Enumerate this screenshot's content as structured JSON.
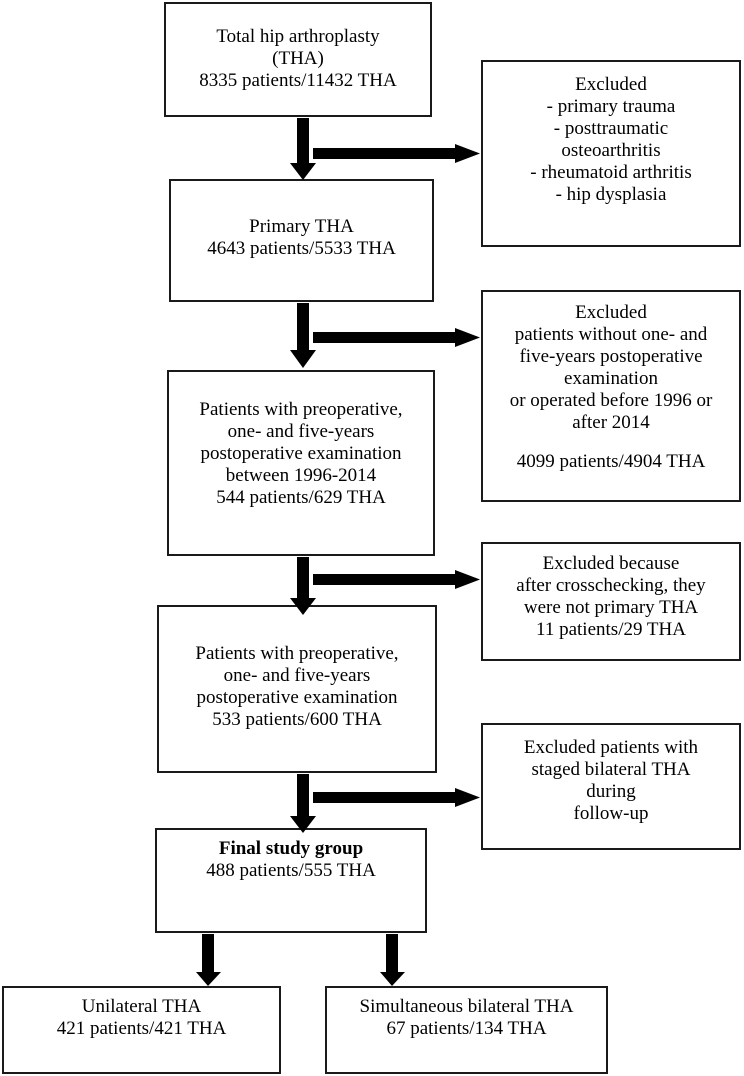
{
  "diagram": {
    "title": "Total hip arthroplasty patient selection flowchart",
    "line_color": "#1a1a1a",
    "background": "#ffffff"
  },
  "boxes": {
    "total_tha": {
      "name": "total-hip-arthroplasty",
      "lines": [
        "Total hip arthroplasty",
        "(THA)",
        "8335 patients/11432 THA"
      ]
    },
    "excluded_1": {
      "name": "excluded-diagnoses",
      "lines": [
        "Excluded",
        "- primary trauma",
        "- posttraumatic",
        "osteoarthritis",
        "- rheumatoid arthritis",
        "- hip dysplasia"
      ]
    },
    "primary_tha": {
      "name": "primary-tha",
      "lines": [
        "Primary THA",
        "4643 patients/5533 THA"
      ]
    },
    "excluded_2": {
      "name": "excluded-no-followup",
      "lines": [
        "Excluded",
        "patients without one- and",
        "five-years postoperative",
        "examination",
        "or operated before 1996 or",
        "after 2014",
        "",
        "4099 patients/4904 THA"
      ]
    },
    "patients_1996_2014": {
      "name": "patients-with-exams-1996-2014",
      "lines": [
        "Patients with preoperative,",
        "one- and five-years",
        "postoperative examination",
        "between 1996-2014",
        "544 patients/629 THA"
      ]
    },
    "excluded_3": {
      "name": "excluded-crosscheck",
      "lines": [
        "Excluded because",
        "after crosschecking, they",
        "were not primary THA",
        "11 patients/29 THA"
      ]
    },
    "patients_533": {
      "name": "patients-with-exams-533",
      "lines": [
        "Patients with preoperative,",
        "one- and five-years",
        "postoperative examination",
        "533 patients/600 THA"
      ]
    },
    "excluded_4": {
      "name": "excluded-staged-bilateral",
      "lines": [
        "Excluded patients with",
        "staged bilateral THA",
        "during",
        "follow-up"
      ]
    },
    "final_group": {
      "name": "final-study-group",
      "bold_first_line": true,
      "lines": [
        "Final study group",
        "488 patients/555 THA"
      ]
    },
    "unilateral": {
      "name": "unilateral-tha",
      "lines": [
        "Unilateral THA",
        "421 patients/421 THA"
      ]
    },
    "bilateral": {
      "name": "simultaneous-bilateral-tha",
      "lines": [
        "Simultaneous bilateral THA",
        "67 patients/134 THA"
      ]
    }
  },
  "connectors": [
    {
      "name": "arrow-total-to-primary",
      "direction": "down"
    },
    {
      "name": "arrow-to-excluded-diagnoses",
      "direction": "right"
    },
    {
      "name": "arrow-primary-to-patients",
      "direction": "down"
    },
    {
      "name": "arrow-to-excluded-no-followup",
      "direction": "right"
    },
    {
      "name": "arrow-patients-to-patients533",
      "direction": "down"
    },
    {
      "name": "arrow-to-excluded-crosscheck",
      "direction": "right"
    },
    {
      "name": "arrow-patients533-to-final",
      "direction": "down"
    },
    {
      "name": "arrow-to-excluded-staged-bilateral",
      "direction": "right"
    },
    {
      "name": "arrow-final-to-unilateral",
      "direction": "down"
    },
    {
      "name": "arrow-final-to-bilateral",
      "direction": "down"
    }
  ]
}
